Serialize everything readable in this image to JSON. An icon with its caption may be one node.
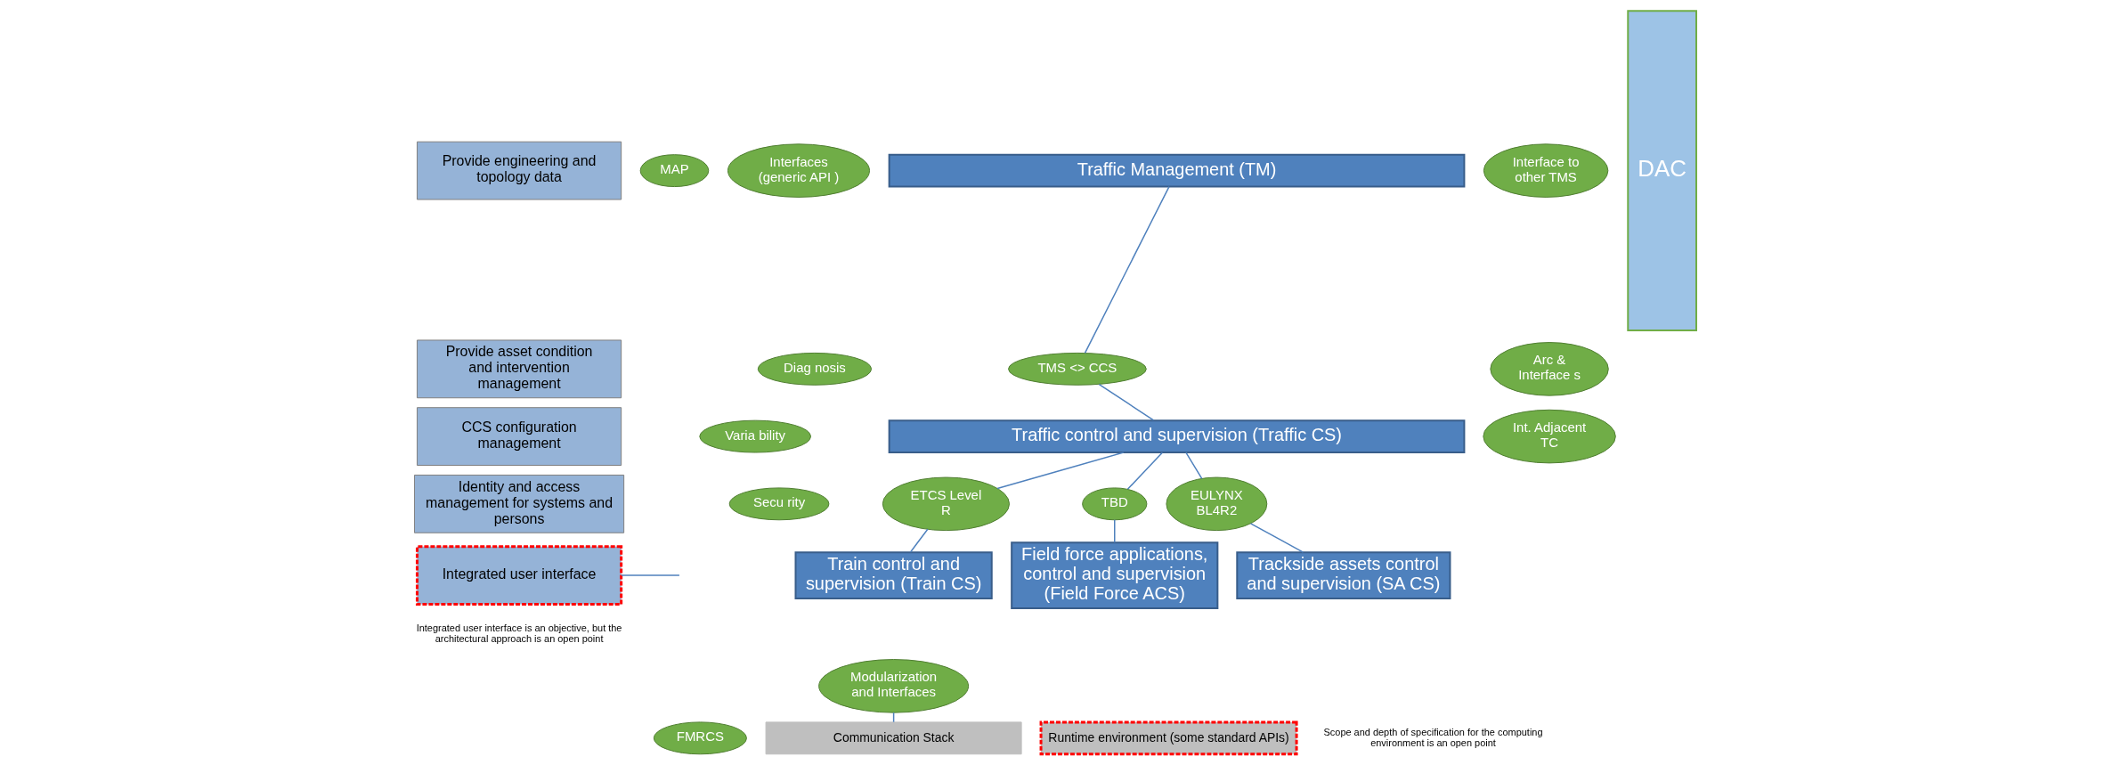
{
  "diagram": {
    "nodes": [
      {
        "text": [
          "Provide engineering and topology data"
        ]
      },
      {
        "text": [
          "MAP"
        ]
      },
      {
        "text": [
          "Provide asset condition and intervention management"
        ]
      },
      {
        "text": [
          "Diag nosis"
        ]
      },
      {
        "text": [
          "CCS configuration management"
        ]
      },
      {
        "text": [
          "Varia bility"
        ]
      },
      {
        "text": [
          "Identity and access management for systems and persons"
        ]
      },
      {
        "text": [
          "Secu rity"
        ]
      },
      {
        "text": [
          "Integrated user interface"
        ],
        "beside": [
          "Integrated user interface is an objective, but the architectural approach is an open point"
        ]
      },
      {
        "text": [
          "Traffic Management (TM)"
        ]
      },
      {
        "text": [
          "Interfaces (generic API )"
        ]
      },
      {
        "text": [
          "Interface to other TMS"
        ]
      },
      {
        "text": [
          "TMS <> CCS"
        ]
      },
      {
        "text": [
          "Traffic control and supervision (Traffic CS)"
        ]
      },
      {
        "text": [
          "Int. Adjacent TC"
        ]
      },
      {
        "text": [
          "ETCS Level R"
        ]
      },
      {
        "text": [
          "TBD"
        ]
      },
      {
        "text": [
          "EULYNX BL4R2"
        ]
      },
      {
        "text": [
          "Train control and supervision (Train CS)"
        ]
      },
      {
        "text": [
          "Field force applications, control and supervision",
          "(Field Force ACS)"
        ]
      },
      {
        "text": [
          "Trackside assets control and supervision (SA CS)"
        ]
      },
      {
        "text": [
          "DAC"
        ]
      },
      {
        "text": [
          "Arc & Interface s"
        ]
      },
      {
        "text": [
          "Modularization and Interfaces"
        ]
      },
      {
        "text": [
          "Communication Stack"
        ]
      },
      {
        "text": [
          "FMRCS"
        ]
      },
      {
        "text": [
          "Runtime environment (some standard APIs)"
        ],
        "beside": [
          "Scope and depth of specification for the computing environment is an open point"
        ]
      }
    ],
    "edges": [
      {
        "from": 9,
        "to": 12,
        "arrow": "none"
      },
      {
        "from": 12,
        "to": 13,
        "arrow": "none"
      },
      {
        "from": 13,
        "to": 15,
        "arrow": "none"
      },
      {
        "from": 15,
        "to": 18,
        "arrow": "none"
      },
      {
        "from": 13,
        "to": 16,
        "arrow": "none"
      },
      {
        "from": 16,
        "to": 19,
        "arrow": "none"
      },
      {
        "from": 13,
        "to": 17,
        "arrow": "none"
      },
      {
        "from": 17,
        "to": 20,
        "arrow": "none"
      },
      {
        "from": 8,
        "to": null,
        "arrow": "none"
      },
      {
        "from": 23,
        "to": 24,
        "arrow": "none"
      }
    ]
  }
}
